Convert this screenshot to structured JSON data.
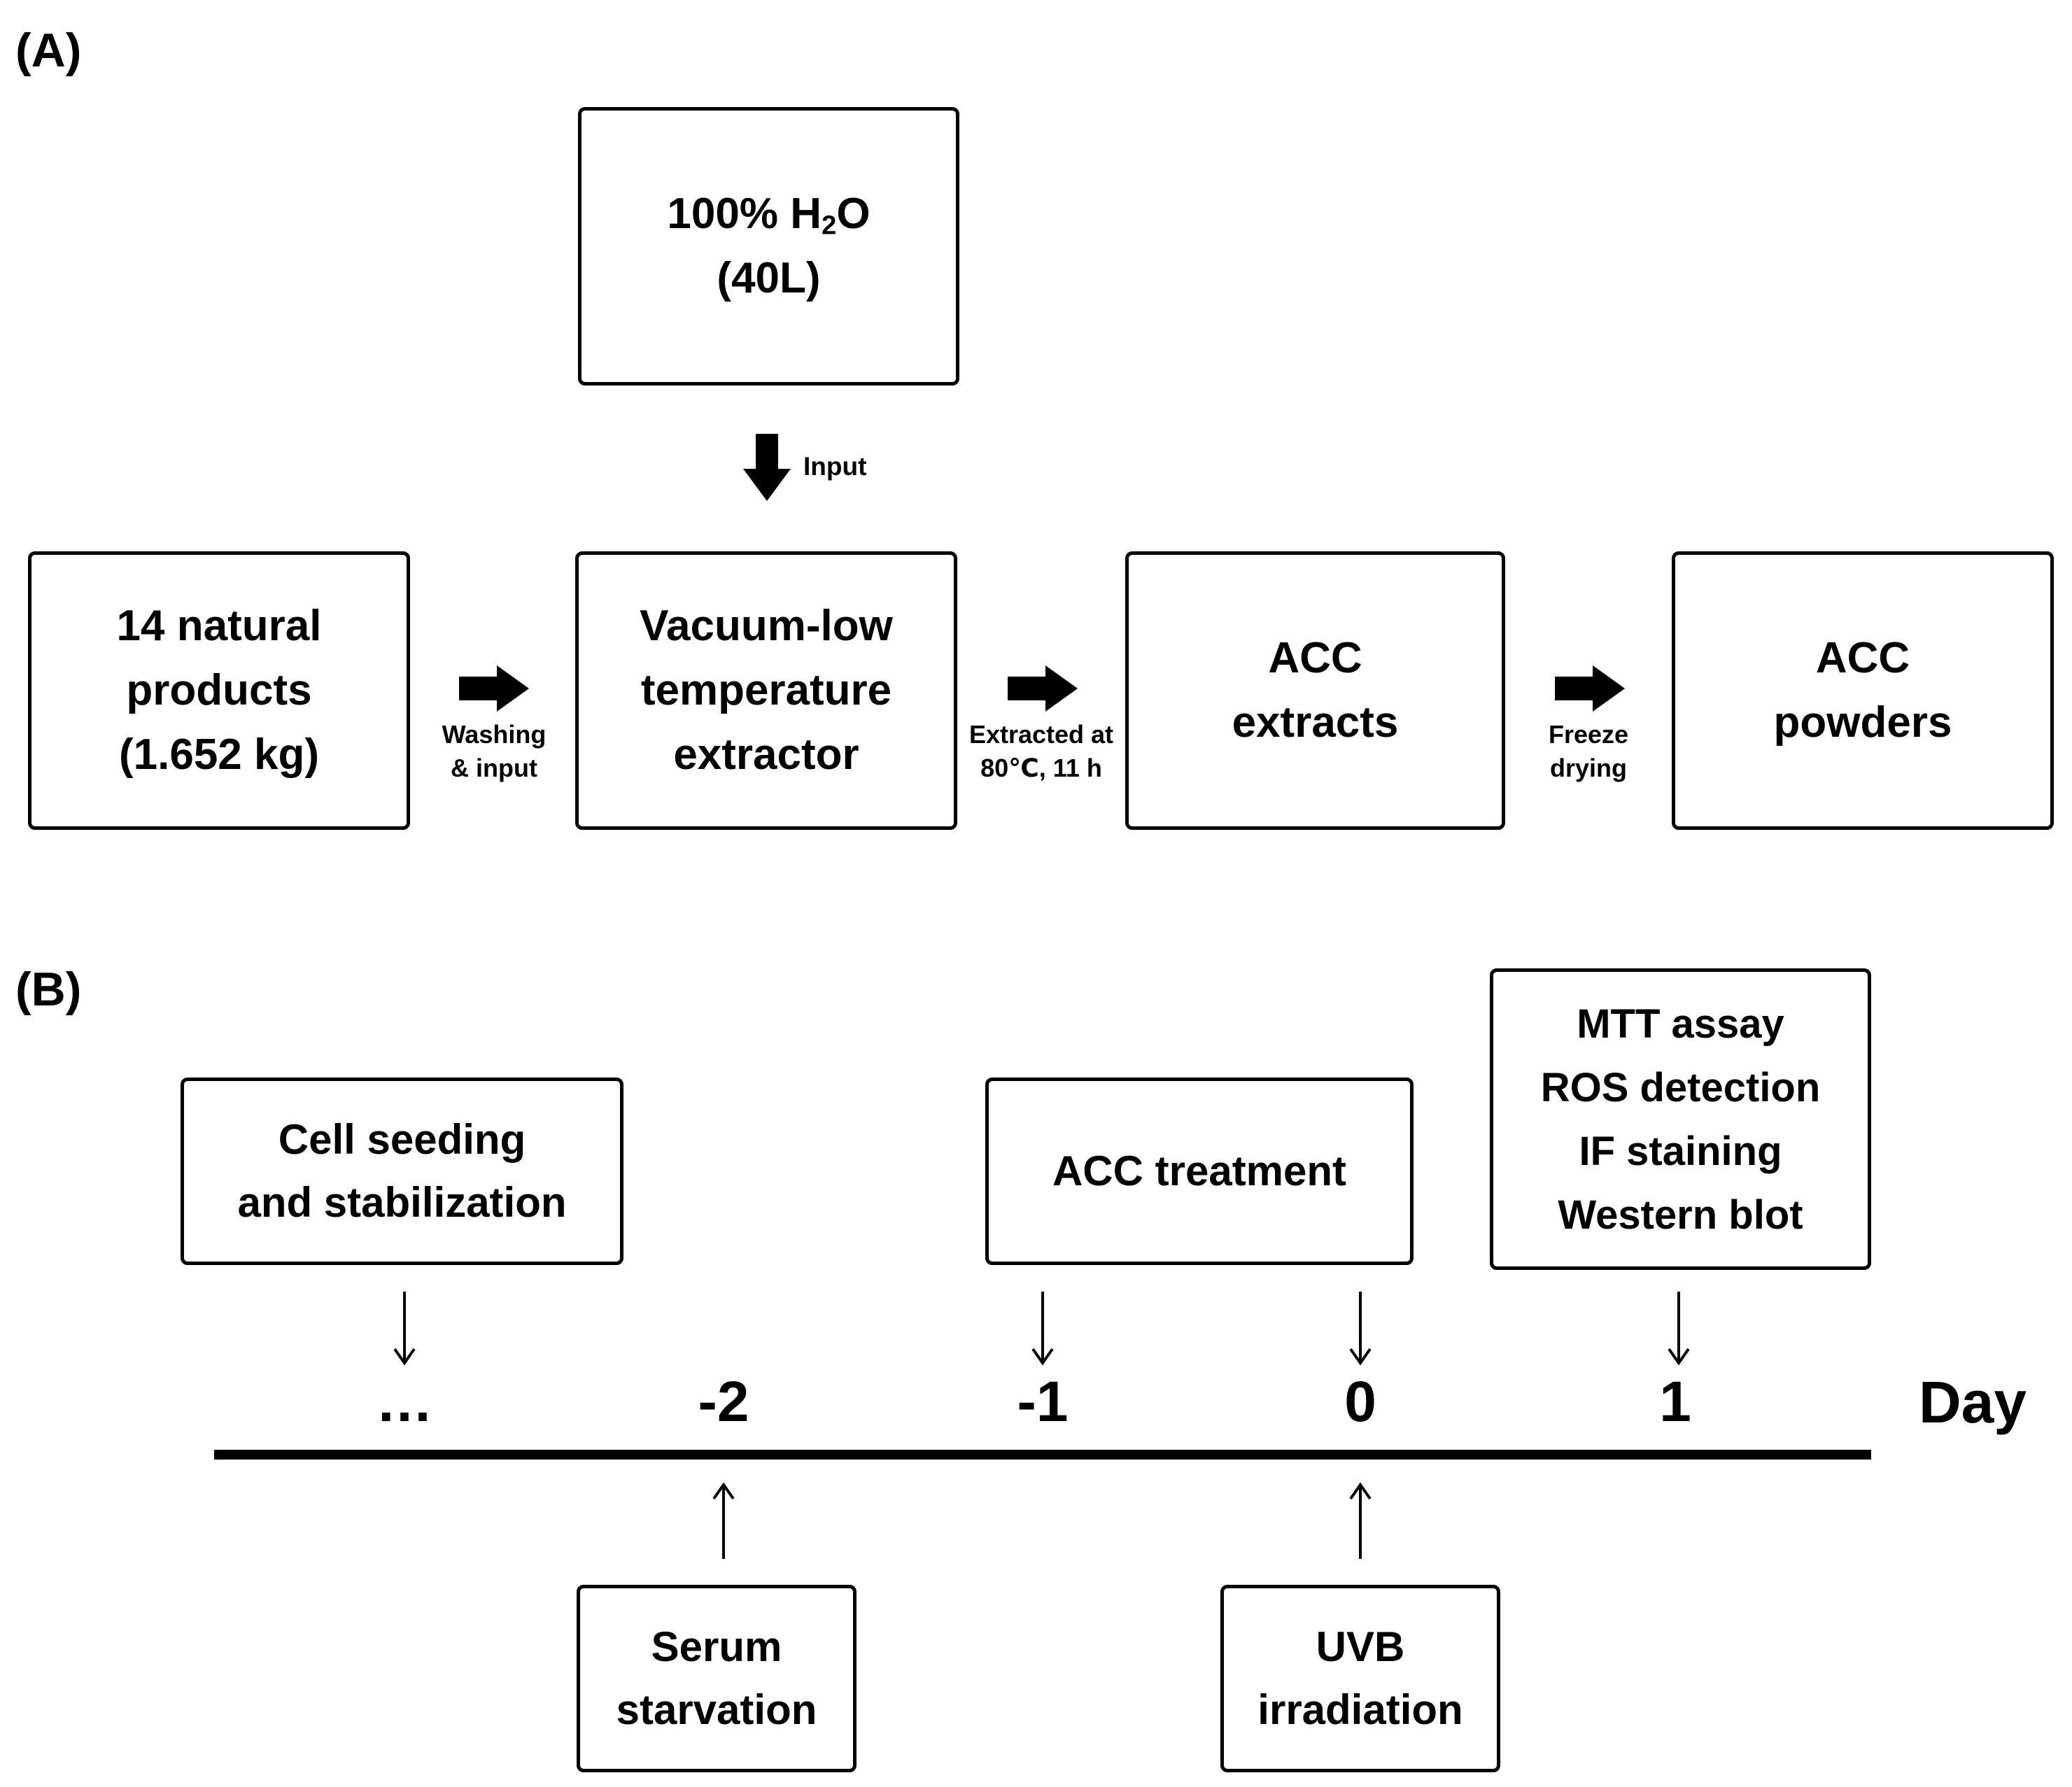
{
  "panel_a": {
    "label": "(A)",
    "water_box": {
      "line1_prefix": "100% H",
      "line1_sub": "2",
      "line1_suffix": "O",
      "line2": "(40L)"
    },
    "input_arrow_label": "Input",
    "natural_products_box": {
      "line1": "14 natural",
      "line2": "products",
      "line3": "(1.652 kg)"
    },
    "extractor_box": {
      "line1": "Vacuum-low",
      "line2": "temperature",
      "line3": "extractor"
    },
    "extracts_box": {
      "line1": "ACC",
      "line2": "extracts"
    },
    "powders_box": {
      "line1": "ACC",
      "line2": "powders"
    },
    "washing_label": {
      "line1": "Washing",
      "line2": "& input"
    },
    "extracted_label": {
      "line1": "Extracted at",
      "line2": "80℃, 11 h"
    },
    "freeze_label": {
      "line1": "Freeze",
      "line2": "drying"
    }
  },
  "panel_b": {
    "label": "(B)",
    "cell_seeding_box": {
      "line1": "Cell seeding",
      "line2": "and stabilization"
    },
    "acc_treatment_box": {
      "line1": "ACC treatment"
    },
    "assays_box": {
      "line1": "MTT assay",
      "line2": "ROS detection",
      "line3": "IF staining",
      "line4": "Western blot"
    },
    "serum_box": {
      "line1": "Serum",
      "line2": "starvation"
    },
    "uvb_box": {
      "line1": "UVB",
      "line2": "irradiation"
    },
    "timeline_ticks": [
      "…",
      "-2",
      "-1",
      "0",
      "1"
    ],
    "axis_label": "Day"
  }
}
